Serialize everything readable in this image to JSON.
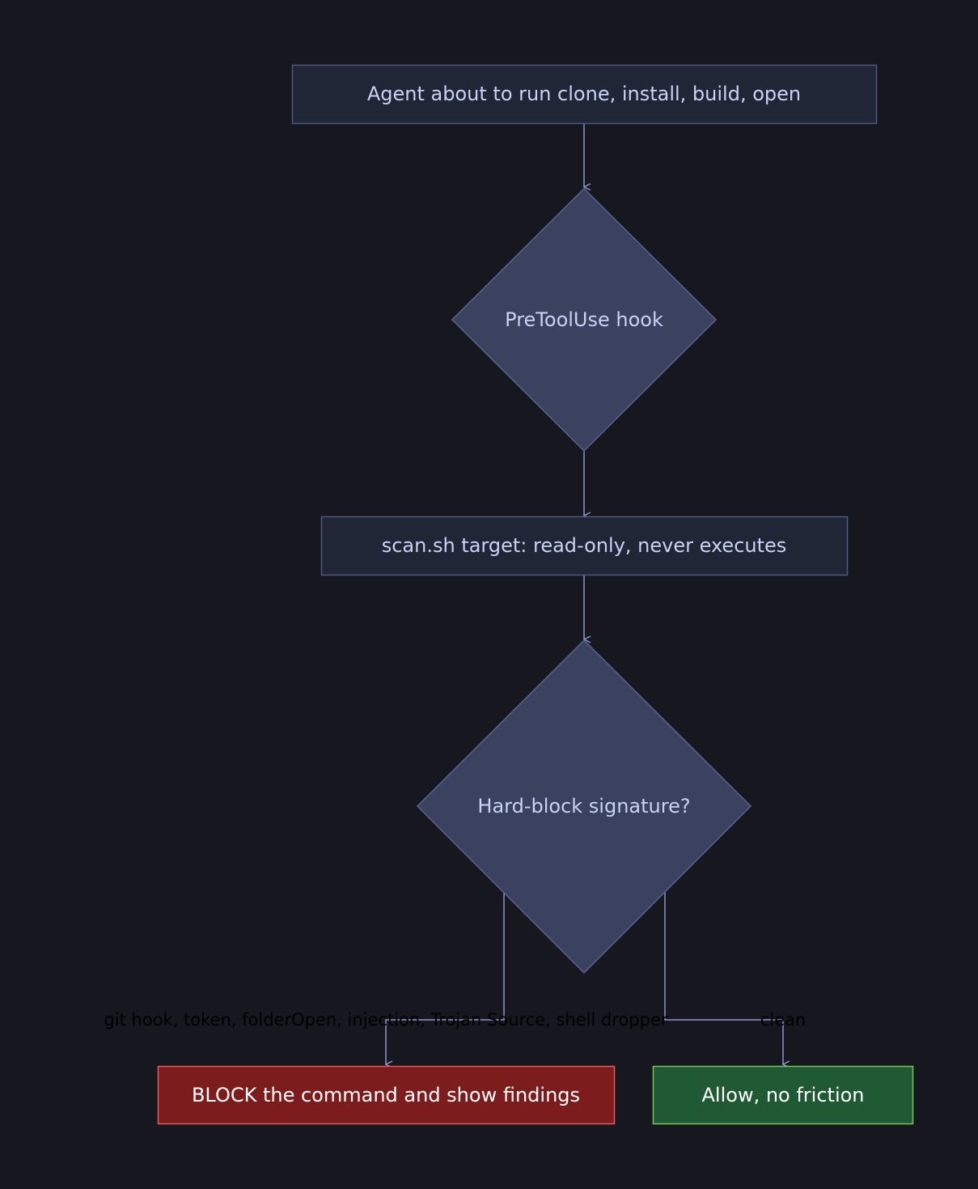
{
  "colors": {
    "background": "#17171f",
    "process_fill": "#212637",
    "process_stroke": "#50577e",
    "decision_fill": "#3b4260",
    "decision_stroke": "#5a6290",
    "node_text": "#c9d2f5",
    "edge": "#8b96c9",
    "block_fill": "#7d1c1c",
    "block_stroke": "#e05a5a",
    "allow_fill": "#1f5a35",
    "allow_stroke": "#7bc558"
  },
  "nodes": {
    "start": {
      "label": "Agent about to run clone, install, build, open",
      "shape": "rectangle"
    },
    "hook": {
      "label": "PreToolUse hook",
      "shape": "diamond"
    },
    "scan": {
      "label": "scan.sh target: read-only, never executes",
      "shape": "rectangle"
    },
    "decision": {
      "label": "Hard-block signature?",
      "shape": "diamond"
    },
    "block": {
      "label": "BLOCK the command and show findings",
      "shape": "rectangle"
    },
    "allow": {
      "label": "Allow, no friction",
      "shape": "rectangle"
    }
  },
  "edges": [
    {
      "from": "start",
      "to": "hook",
      "label": ""
    },
    {
      "from": "hook",
      "to": "scan",
      "label": ""
    },
    {
      "from": "scan",
      "to": "decision",
      "label": ""
    },
    {
      "from": "decision",
      "to": "block",
      "label": "git hook, token, folderOpen, injection, Trojan Source, shell dropper"
    },
    {
      "from": "decision",
      "to": "allow",
      "label": "clean"
    }
  ]
}
